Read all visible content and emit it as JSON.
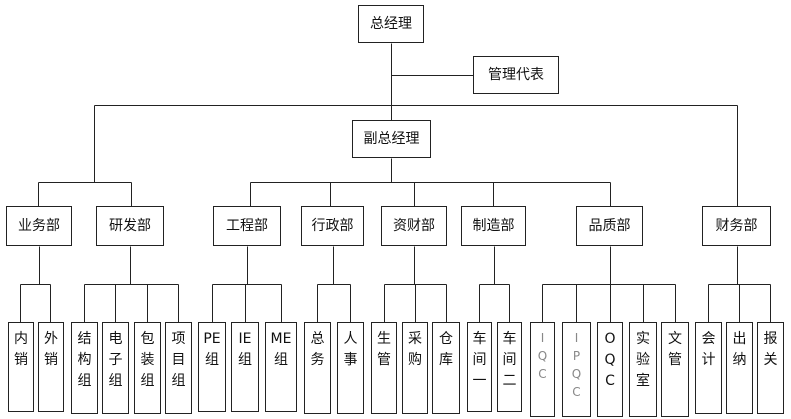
{
  "top": {
    "gm": "总经理",
    "mgmt_rep": "管理代表",
    "deputy": "副总经理"
  },
  "depts": [
    {
      "id": "sales",
      "label": "业务部"
    },
    {
      "id": "rd",
      "label": "研发部"
    },
    {
      "id": "eng",
      "label": "工程部"
    },
    {
      "id": "admin",
      "label": "行政部"
    },
    {
      "id": "assets",
      "label": "资财部"
    },
    {
      "id": "mfg",
      "label": "制造部"
    },
    {
      "id": "quality",
      "label": "品质部"
    },
    {
      "id": "finance",
      "label": "财务部"
    }
  ],
  "units": [
    {
      "dept": "sales",
      "label": "内销"
    },
    {
      "dept": "sales",
      "label": "外销"
    },
    {
      "dept": "rd",
      "label": "结构组"
    },
    {
      "dept": "rd",
      "label": "电子组"
    },
    {
      "dept": "rd",
      "label": "包装组"
    },
    {
      "dept": "rd",
      "label": "项目组"
    },
    {
      "dept": "eng",
      "label": "PE组"
    },
    {
      "dept": "eng",
      "label": "IE组"
    },
    {
      "dept": "eng",
      "label": "ME组"
    },
    {
      "dept": "admin",
      "label": "总务"
    },
    {
      "dept": "admin",
      "label": "人事"
    },
    {
      "dept": "assets",
      "label": "生管"
    },
    {
      "dept": "assets",
      "label": "采购"
    },
    {
      "dept": "assets",
      "label": "仓库"
    },
    {
      "dept": "mfg",
      "label": "车间一"
    },
    {
      "dept": "mfg",
      "label": "车间二"
    },
    {
      "dept": "quality",
      "label": "IQC"
    },
    {
      "dept": "quality",
      "label": "IPQC"
    },
    {
      "dept": "quality",
      "label": "OQC"
    },
    {
      "dept": "quality",
      "label": "实验室"
    },
    {
      "dept": "quality",
      "label": "文管"
    },
    {
      "dept": "finance",
      "label": "会计"
    },
    {
      "dept": "finance",
      "label": "出纳"
    },
    {
      "dept": "finance",
      "label": "报关"
    }
  ],
  "colors": {
    "line": "#222222",
    "muted_text": "#888888"
  }
}
